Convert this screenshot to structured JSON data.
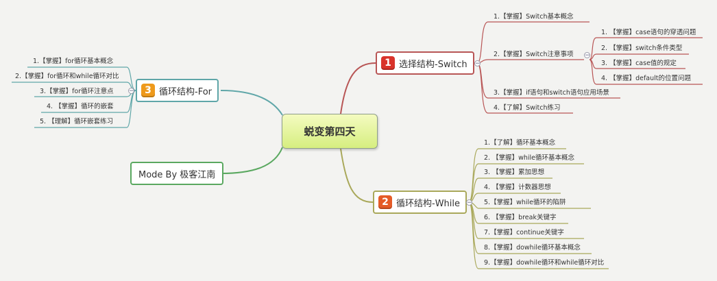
{
  "root": {
    "title": "蜕变第四天"
  },
  "branches": {
    "switch": {
      "number": "1",
      "label": "选择结构-Switch",
      "color": "#b85555",
      "badge_color": "#d9332b",
      "items": [
        "1.【掌握】Switch基本概念",
        "2.【掌握】Switch注意事项",
        "3.【掌握】if语句和switch语句应用场景",
        "4.【了解】Switch练习"
      ],
      "sub_items": [
        "1. 【掌握】case语句的穿透问题",
        "2. 【掌握】switch条件类型",
        "3. 【掌握】case值的规定",
        "4. 【掌握】default的位置问题"
      ]
    },
    "while": {
      "number": "2",
      "label": "循环结构-While",
      "color": "#a9a85a",
      "badge_color": "#e55b27",
      "items": [
        "1.【了解】循环基本概念",
        "2. 【掌握】while循环基本概念",
        "3. 【掌握】累加思想",
        "4. 【掌握】计数器思想",
        "5.【掌握】while循环的陷阱",
        "6. 【掌握】break关键字",
        "7.【掌握】continue关键字",
        "8.【掌握】dowhile循环基本概念",
        "9.【掌握】dowhile循环和while循环对比"
      ]
    },
    "for": {
      "number": "3",
      "label": "循环结构-For",
      "color": "#5fa6a8",
      "badge_color": "#ee9a1c",
      "items": [
        "1.【掌握】for循环基本概念",
        "2.【掌握】for循环和while循环对比",
        "3.【掌握】for循环注意点",
        "4. 【掌握】循环的嵌套",
        "5. 【理解】循环嵌套练习"
      ]
    },
    "credit": {
      "label": "Mode By 极客江南",
      "color": "#5aa860"
    }
  }
}
